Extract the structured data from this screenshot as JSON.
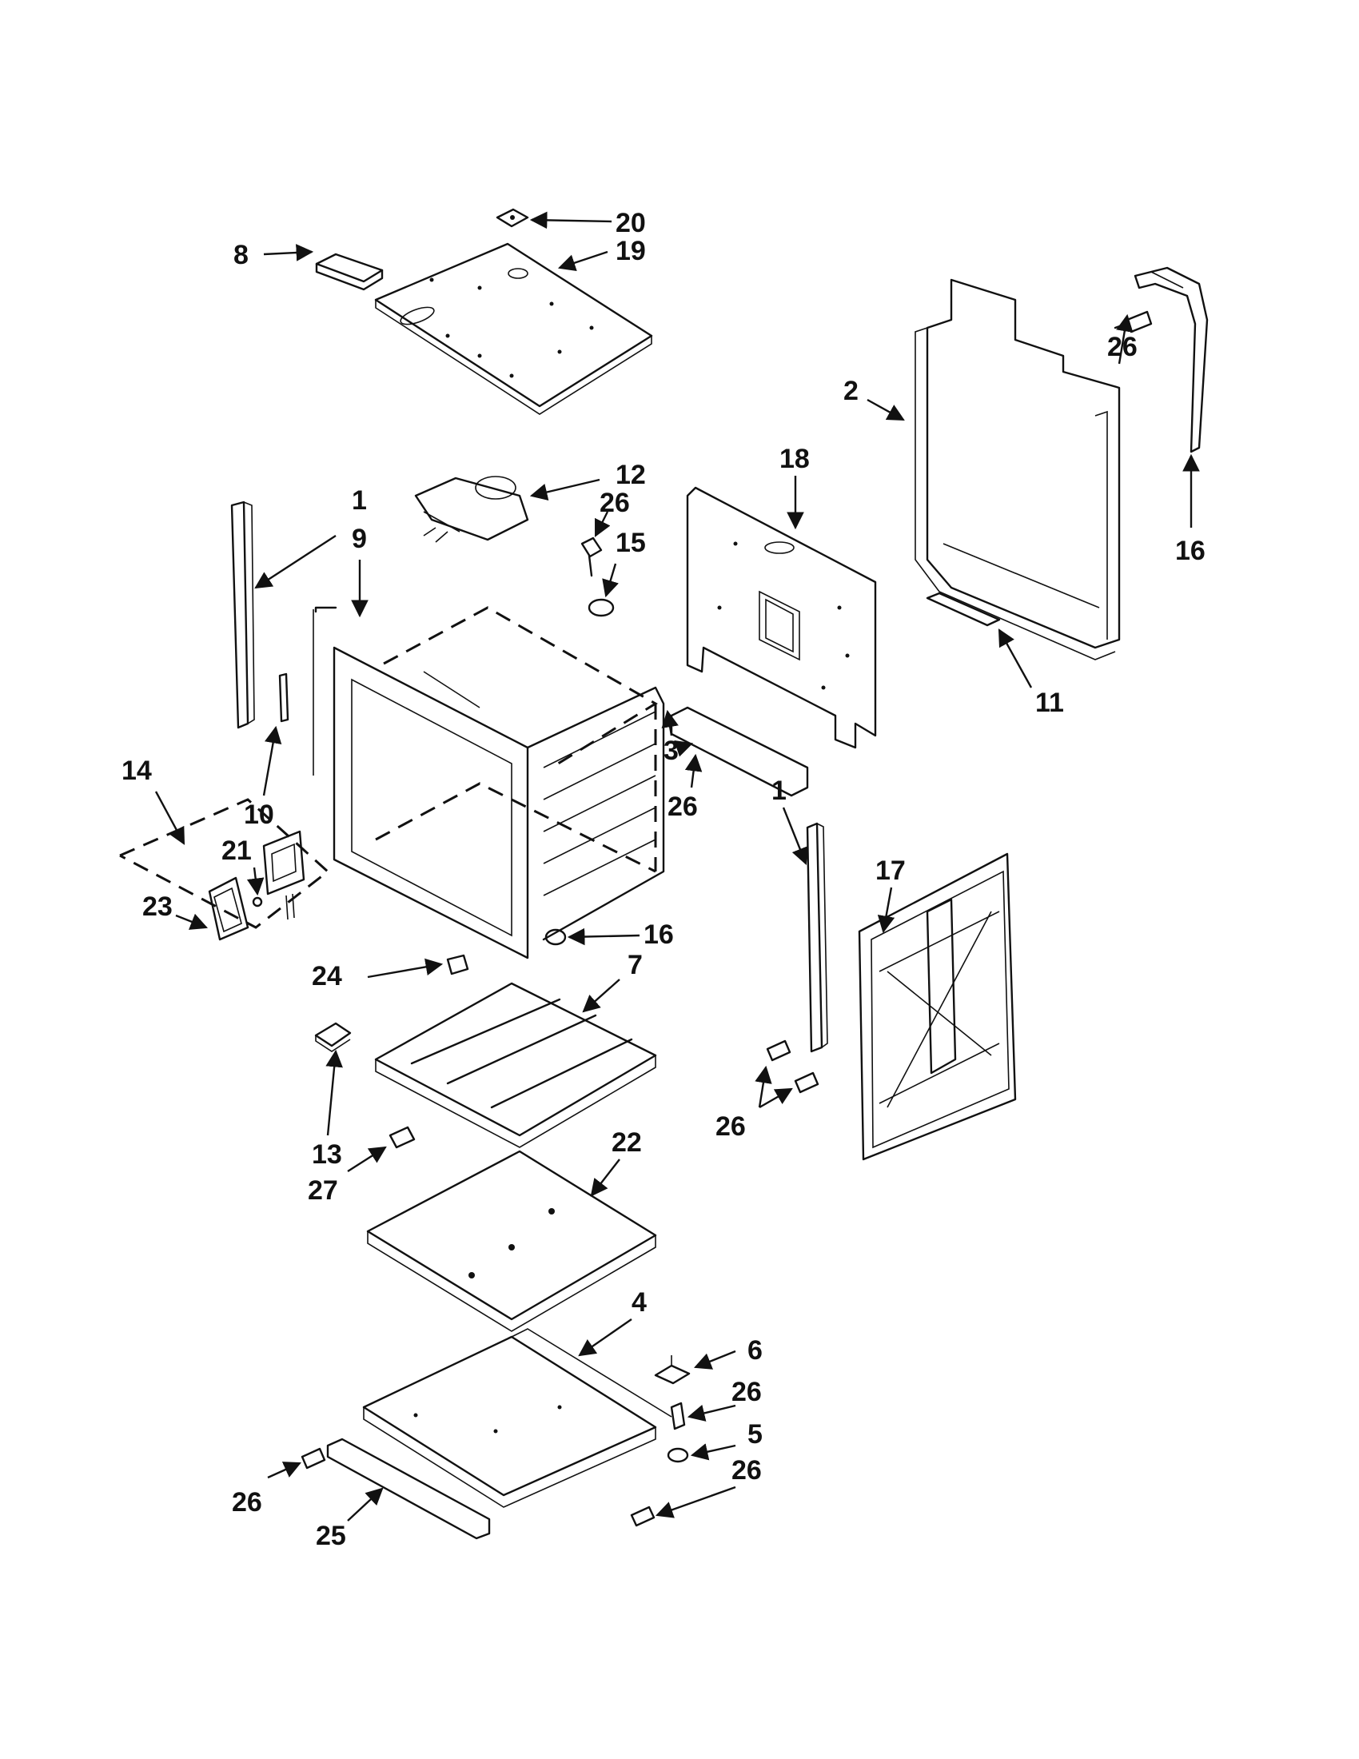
{
  "diagram": {
    "callouts": [
      {
        "id": "c-20",
        "text": "20"
      },
      {
        "id": "c-19",
        "text": "19"
      },
      {
        "id": "c-8",
        "text": "8"
      },
      {
        "id": "c-2",
        "text": "2"
      },
      {
        "id": "c-26a",
        "text": "26"
      },
      {
        "id": "c-16a",
        "text": "16"
      },
      {
        "id": "c-12",
        "text": "12"
      },
      {
        "id": "c-26b",
        "text": "26"
      },
      {
        "id": "c-15",
        "text": "15"
      },
      {
        "id": "c-18",
        "text": "18"
      },
      {
        "id": "c-1a",
        "text": "1"
      },
      {
        "id": "c-9",
        "text": "9"
      },
      {
        "id": "c-11",
        "text": "11"
      },
      {
        "id": "c-3",
        "text": "3"
      },
      {
        "id": "c-26c",
        "text": "26"
      },
      {
        "id": "c-10",
        "text": "10"
      },
      {
        "id": "c-14",
        "text": "14"
      },
      {
        "id": "c-21",
        "text": "21"
      },
      {
        "id": "c-23",
        "text": "23"
      },
      {
        "id": "c-1b",
        "text": "1"
      },
      {
        "id": "c-17",
        "text": "17"
      },
      {
        "id": "c-16b",
        "text": "16"
      },
      {
        "id": "c-24",
        "text": "24"
      },
      {
        "id": "c-7",
        "text": "7"
      },
      {
        "id": "c-13",
        "text": "13"
      },
      {
        "id": "c-26d",
        "text": "26"
      },
      {
        "id": "c-27",
        "text": "27"
      },
      {
        "id": "c-22",
        "text": "22"
      },
      {
        "id": "c-4",
        "text": "4"
      },
      {
        "id": "c-6",
        "text": "6"
      },
      {
        "id": "c-26e",
        "text": "26"
      },
      {
        "id": "c-5",
        "text": "5"
      },
      {
        "id": "c-26f",
        "text": "26"
      },
      {
        "id": "c-26g",
        "text": "26"
      },
      {
        "id": "c-25",
        "text": "25"
      }
    ]
  }
}
